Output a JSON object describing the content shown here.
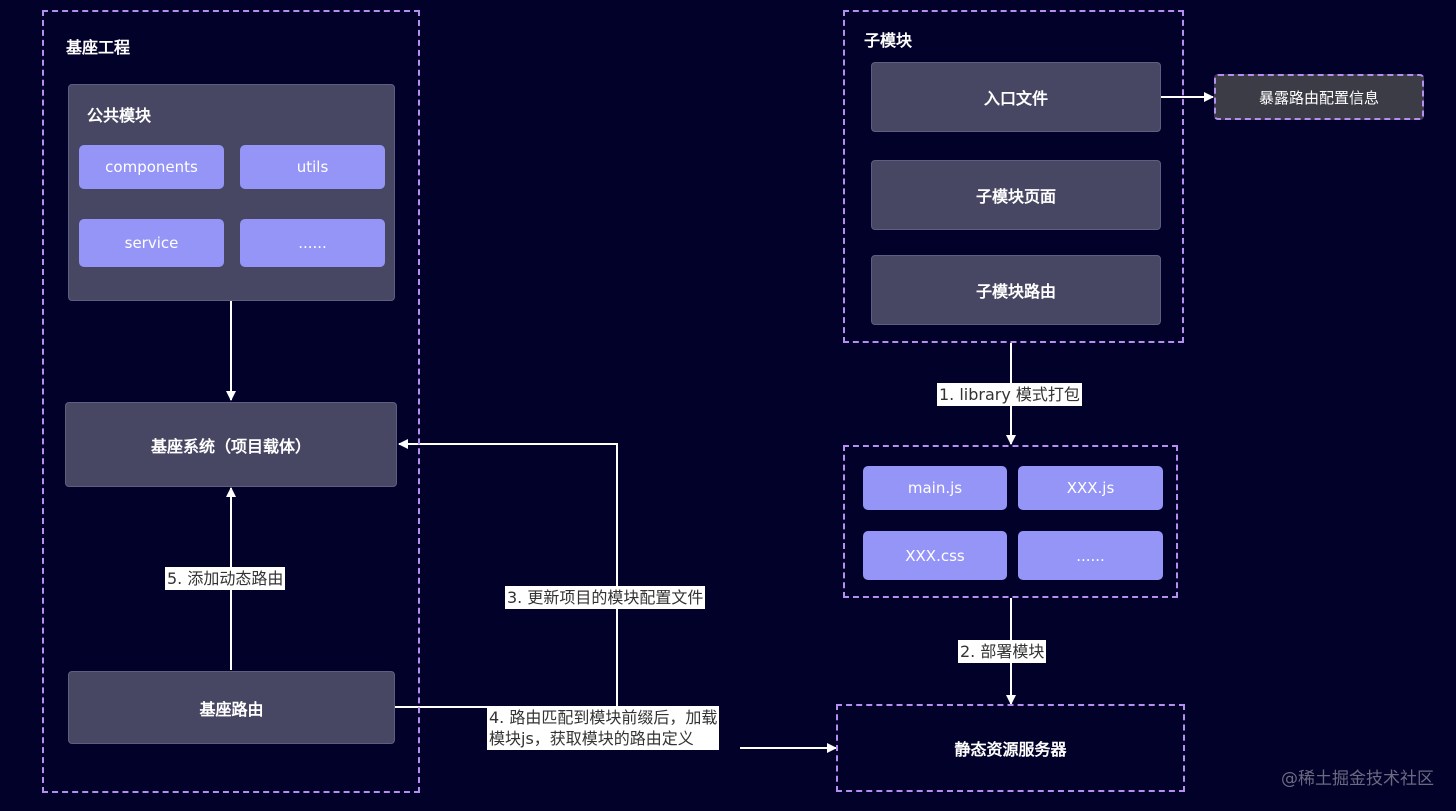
{
  "base_project": {
    "title": "基座工程",
    "common_module": {
      "title": "公共模块",
      "items": [
        "components",
        "utils",
        "service",
        "......"
      ]
    },
    "base_system": "基座系统（项目载体）",
    "base_router": "基座路由"
  },
  "sub_module": {
    "title": "子模块",
    "items": [
      "入口文件",
      "子模块页面",
      "子模块路由"
    ],
    "exposed": "暴露路由配置信息"
  },
  "build_output": {
    "items": [
      "main.js",
      "XXX.js",
      "XXX.css",
      "......"
    ]
  },
  "static_server": "静态资源服务器",
  "steps": {
    "step1": "1. library 模式打包",
    "step2": "2. 部署模块",
    "step3": "3. 更新项目的模块配置文件",
    "step4_line1": "4. 路由匹配到模块前缀后，加载",
    "step4_line2": "模块js，获取模块的路由定义",
    "step5": "5. 添加动态路由"
  },
  "watermark": "@稀土掘金技术社区",
  "colors": {
    "background": "#02012a",
    "dashed_border": "#b58ef0",
    "node": "#474763",
    "chip": "#9595f7"
  }
}
